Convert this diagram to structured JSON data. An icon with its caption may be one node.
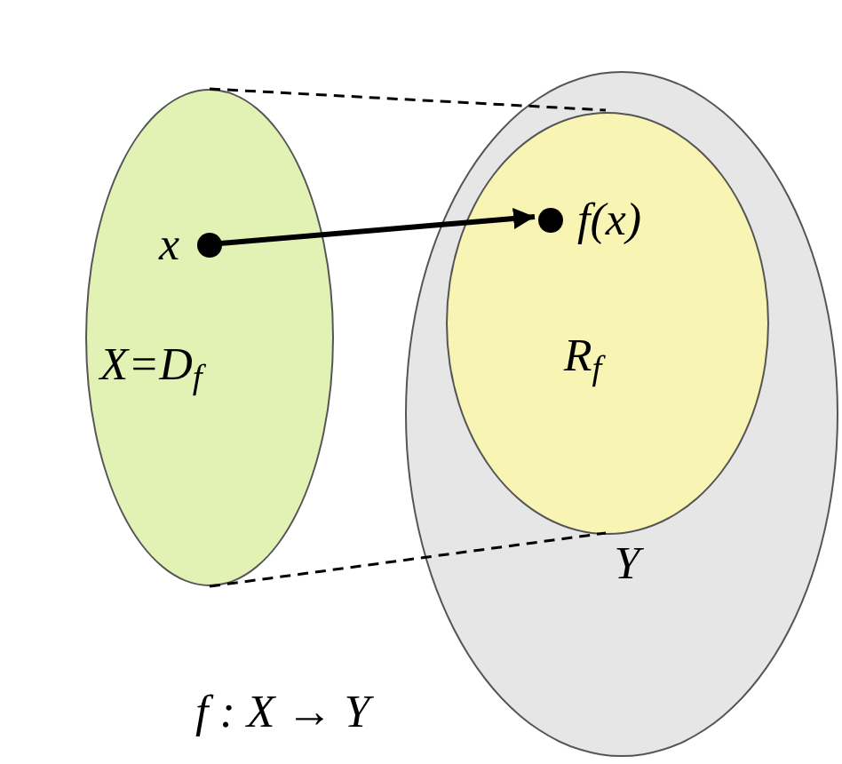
{
  "diagram": {
    "caption": "f : X → Y",
    "nodes": [
      {
        "text": [
          "X=D$_{f}$"
        ]
      },
      {
        "text": [
          "x"
        ],
        "in": 0
      },
      {
        "text": [
          "Y"
        ]
      },
      {
        "text": [
          "R$_{f}$"
        ],
        "in": 2
      },
      {
        "text": [
          "f(x)"
        ],
        "in": 3
      }
    ],
    "edges": [
      {
        "from": 1,
        "to": 4,
        "arrow": "to",
        "style": "thick"
      },
      {
        "from": 0,
        "to": 3,
        "arrow": "none",
        "style": "dashed"
      },
      {
        "from": 0,
        "to": 3,
        "arrow": "none",
        "style": "dashed"
      }
    ]
  }
}
